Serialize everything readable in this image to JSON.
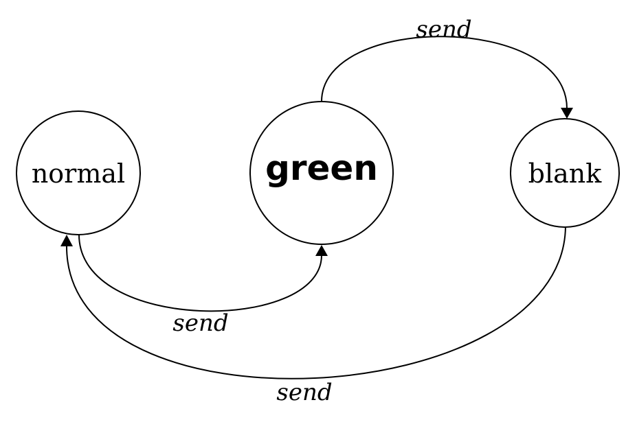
{
  "diagram": {
    "states": [
      {
        "id": "normal",
        "label": "normal",
        "emphasis": false
      },
      {
        "id": "green",
        "label": "green",
        "emphasis": true
      },
      {
        "id": "blank",
        "label": "blank",
        "emphasis": false
      }
    ],
    "transitions": [
      {
        "from": "green",
        "to": "blank",
        "label": "send"
      },
      {
        "from": "normal",
        "to": "green",
        "label": "send"
      },
      {
        "from": "blank",
        "to": "normal",
        "label": "send"
      }
    ]
  }
}
